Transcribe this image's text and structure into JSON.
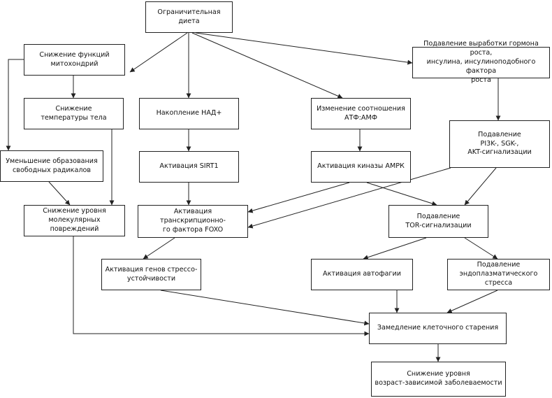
{
  "nodes": {
    "diet": "Ограничительная диета",
    "mito": "Снижение функций\nмитохондрий",
    "growth": "Подавление выработки гормона роста,\nинсулина, инсулиноподобного фактора\nроста",
    "temp": "Снижение\nтемпературы тела",
    "nad": "Накопление НАД+",
    "atf": "Изменение соотношения\nАТФ:АМФ",
    "pi3k": "Подавление\nPI3K-, SGK-,\nAKT-сигнализации",
    "radicals": "Уменьшение образования\nсвободных радикалов",
    "sirt1": "Активация SIRT1",
    "ampk": "Активация киназы АМРК",
    "damage": "Снижение уровня\nмолекулярных повреждений",
    "foxo": "Активация транскрипционно-\nго фактора FOXO",
    "tor": "Подавление\nTOR-сигнализации",
    "stress_genes": "Активация генов стрессо-\nустойчивости",
    "autophagy": "Активация автофагии",
    "er_stress": "Подавление\nэндоплазматического стресса",
    "aging": "Замедление клеточного старения",
    "morbidity": "Снижение уровня\nвозраст-зависимой заболеваемости"
  }
}
